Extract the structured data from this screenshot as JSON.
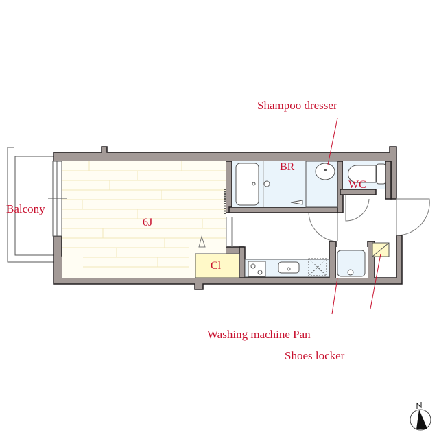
{
  "floorplan": {
    "rooms": {
      "main": "6J",
      "bath": "BR",
      "toilet": "WC",
      "closet": "Cl",
      "balcony": "Balcony"
    },
    "callouts": {
      "shampoo_dresser": "Shampoo dresser",
      "washing_machine_pan": "Washing machine Pan",
      "shoes_locker": "Shoes locker"
    },
    "compass": {
      "label": "N"
    },
    "colors": {
      "wall": "#a39a97",
      "wall_outline": "#231f20",
      "floor_wood": "#fffdf3",
      "floor_lines": "#f2e6b8",
      "wet_area": "#eaf4fb",
      "closet": "#fff9c8",
      "label": "#c8102e"
    }
  }
}
